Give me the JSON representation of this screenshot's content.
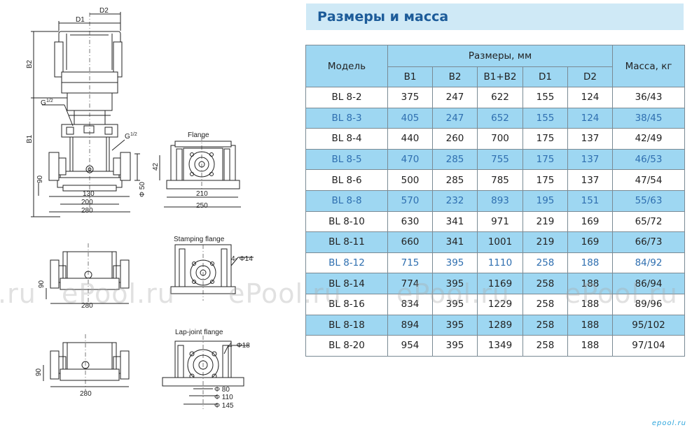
{
  "title": "Размеры и масса",
  "table": {
    "header_model": "Модель",
    "header_dims": "Размеры, мм",
    "header_mass": "Масса, кг",
    "sub_headers": [
      "B1",
      "B2",
      "B1+B2",
      "D1",
      "D2"
    ],
    "rows": [
      {
        "model": "BL 8-2",
        "b1": "375",
        "b2": "247",
        "b1b2": "622",
        "d1": "155",
        "d2": "124",
        "mass": "36/43"
      },
      {
        "model": "BL 8-3",
        "b1": "405",
        "b2": "247",
        "b1b2": "652",
        "d1": "155",
        "d2": "124",
        "mass": "38/45"
      },
      {
        "model": "BL 8-4",
        "b1": "440",
        "b2": "260",
        "b1b2": "700",
        "d1": "175",
        "d2": "137",
        "mass": "42/49"
      },
      {
        "model": "BL 8-5",
        "b1": "470",
        "b2": "285",
        "b1b2": "755",
        "d1": "175",
        "d2": "137",
        "mass": "46/53"
      },
      {
        "model": "BL 8-6",
        "b1": "500",
        "b2": "285",
        "b1b2": "785",
        "d1": "175",
        "d2": "137",
        "mass": "47/54"
      },
      {
        "model": "BL 8-8",
        "b1": "570",
        "b2": "232",
        "b1b2": "893",
        "d1": "195",
        "d2": "151",
        "mass": "55/63"
      },
      {
        "model": "BL 8-10",
        "b1": "630",
        "b2": "341",
        "b1b2": "971",
        "d1": "219",
        "d2": "169",
        "mass": "65/72"
      },
      {
        "model": "BL 8-11",
        "b1": "660",
        "b2": "341",
        "b1b2": "1001",
        "d1": "219",
        "d2": "169",
        "mass": "66/73"
      },
      {
        "model": "BL 8-12",
        "b1": "715",
        "b2": "395",
        "b1b2": "1110",
        "d1": "258",
        "d2": "188",
        "mass": "84/92"
      },
      {
        "model": "BL 8-14",
        "b1": "774",
        "b2": "395",
        "b1b2": "1169",
        "d1": "258",
        "d2": "188",
        "mass": "86/94"
      },
      {
        "model": "BL 8-16",
        "b1": "834",
        "b2": "395",
        "b1b2": "1229",
        "d1": "258",
        "d2": "188",
        "mass": "89/96"
      },
      {
        "model": "BL 8-18",
        "b1": "894",
        "b2": "395",
        "b1b2": "1289",
        "d1": "258",
        "d2": "188",
        "mass": "95/102"
      },
      {
        "model": "BL 8-20",
        "b1": "954",
        "b2": "395",
        "b1b2": "1349",
        "d1": "258",
        "d2": "188",
        "mass": "97/104"
      }
    ]
  },
  "drawing": {
    "d1": "D1",
    "d2": "D2",
    "b1": "B1",
    "b2": "B2",
    "g_half_a": "G",
    "g_half_b": "G",
    "half": "1/2",
    "dim_90": "90",
    "dim_130": "130",
    "dim_200": "200",
    "dim_280": "280",
    "dim_phi50": "Φ 50",
    "flange_label": "Flange",
    "dim_42": "42",
    "dim_210": "210",
    "dim_250": "250",
    "stamping_label": "Stamping flange",
    "dim_4phi14": "4- Φ14",
    "dim_90b": "90",
    "dim_280b": "280",
    "lapjoint_label": "Lap-joint flange",
    "dim_4phi18": "4- Φ18",
    "dim_90c": "90",
    "dim_280c": "280",
    "dim_phi80": "Φ 80",
    "dim_phi110": "Φ 110",
    "dim_phi145": "Φ 145"
  },
  "watermark": "ePool.ru",
  "brand": "epool.ru"
}
